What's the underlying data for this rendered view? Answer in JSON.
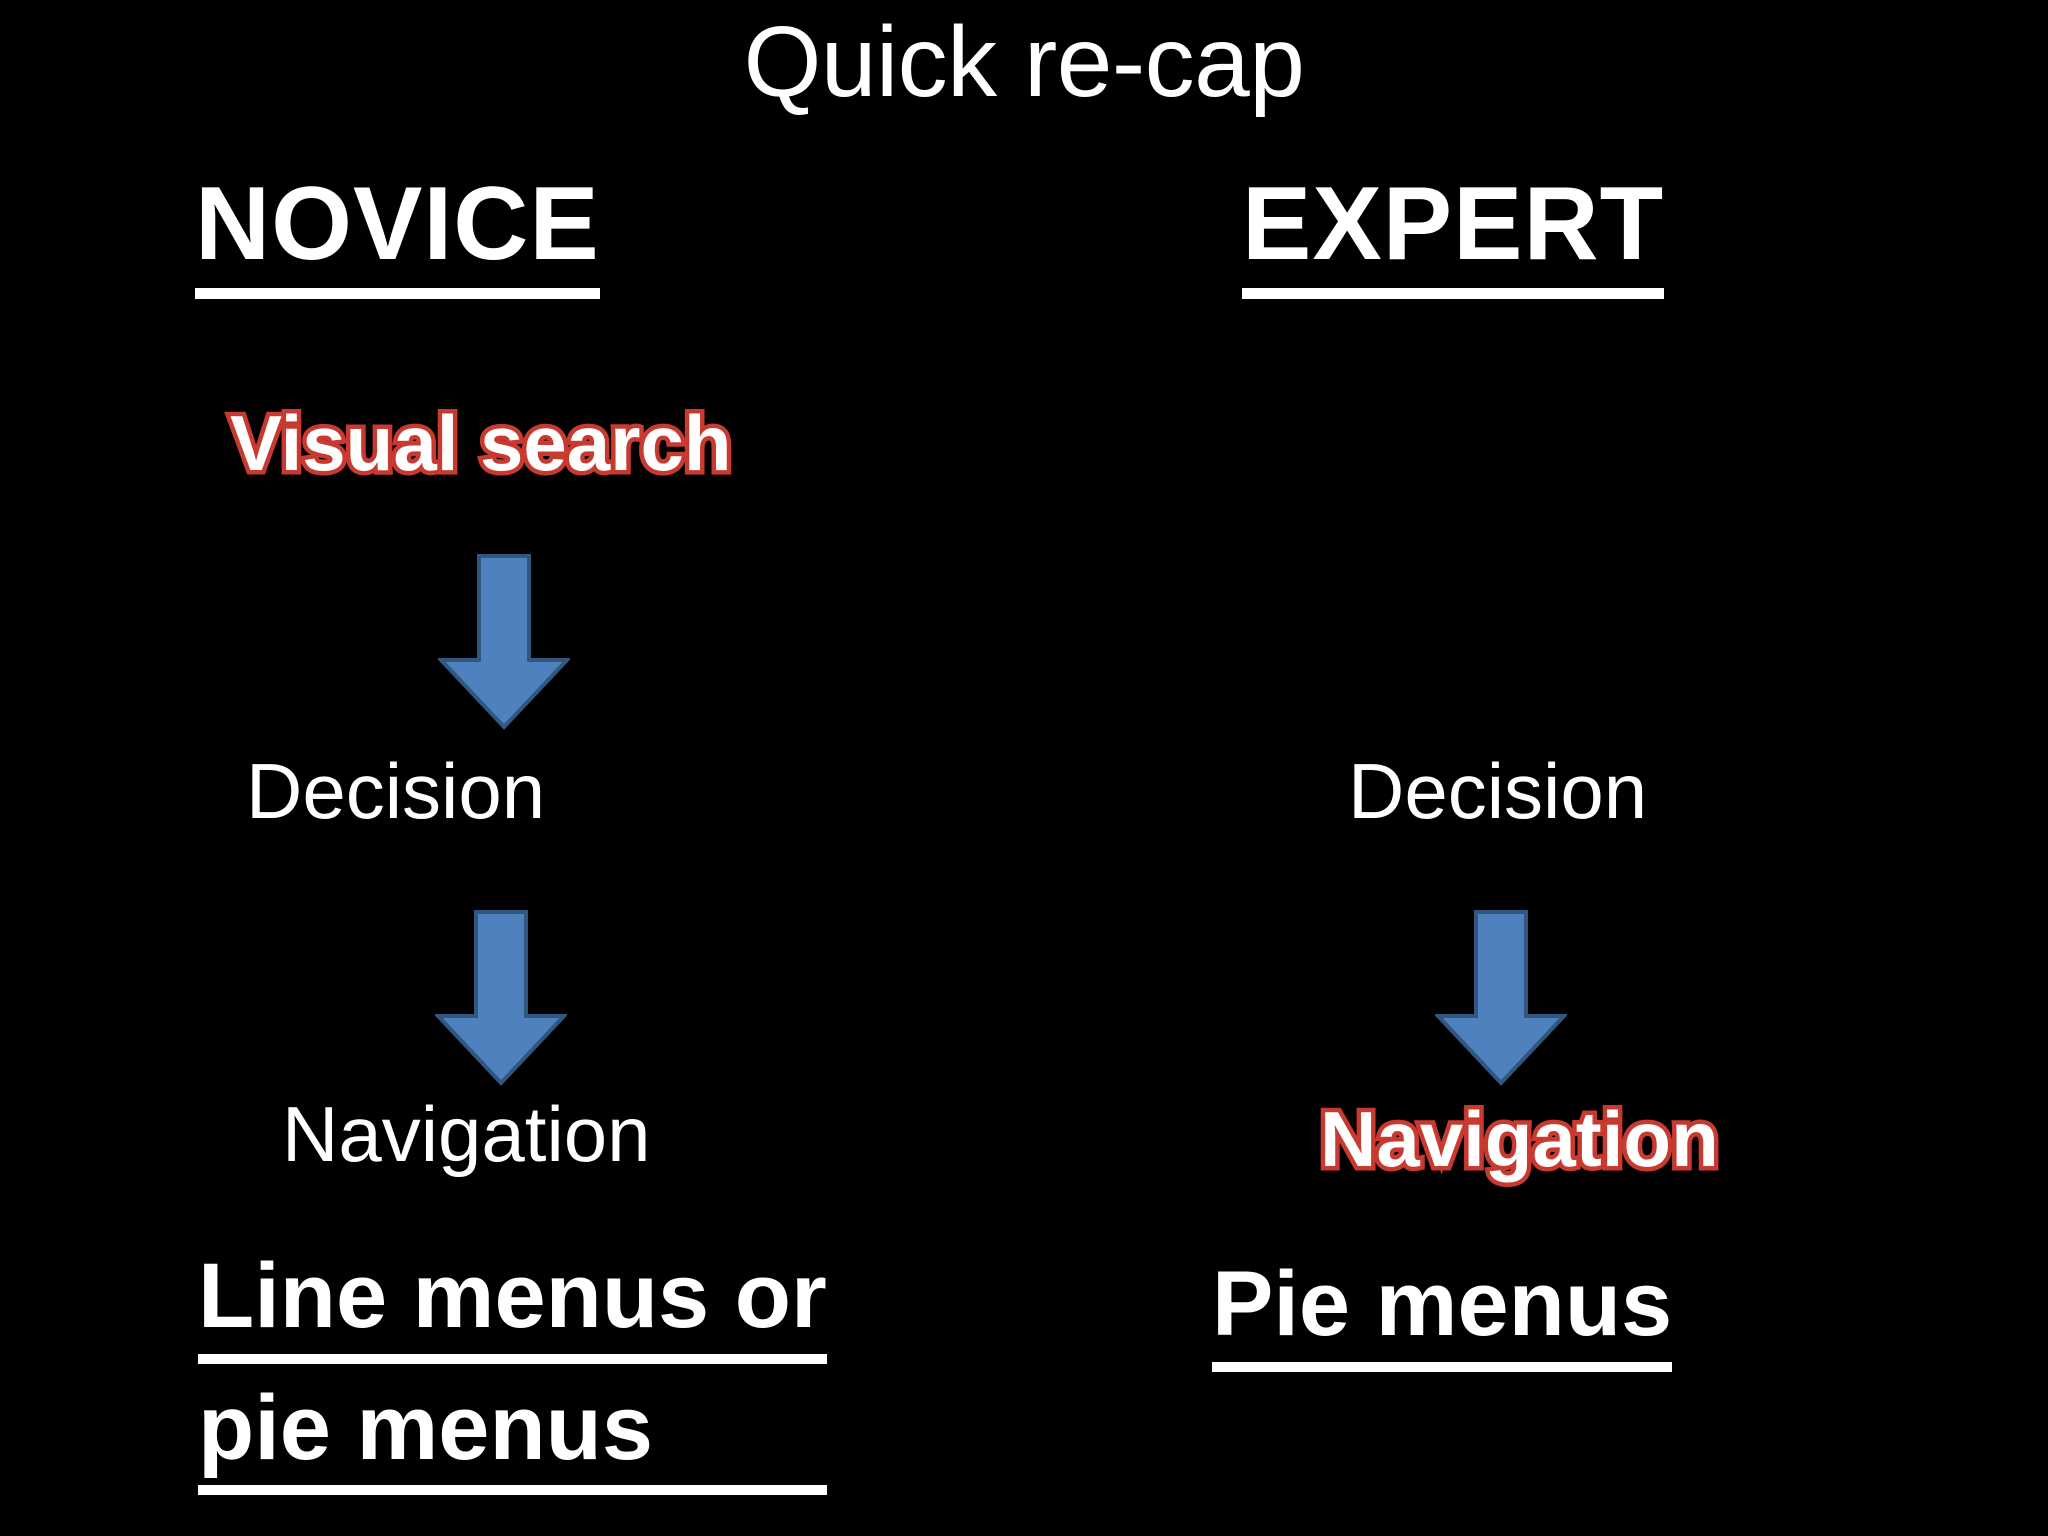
{
  "slide": {
    "title": "Quick re-cap",
    "background_color": "#000000",
    "text_color": "#ffffff",
    "highlight_color": "#c8392f",
    "arrow_fill_color": "#4e81bd",
    "arrow_stroke_color": "#31567f"
  },
  "columns": [
    {
      "id": "novice",
      "heading": "NOVICE",
      "steps": [
        {
          "label": "Visual search",
          "highlighted": true
        },
        {
          "label": "Decision",
          "highlighted": false
        },
        {
          "label": "Navigation",
          "highlighted": false
        }
      ],
      "arrows": [
        {
          "name": "arrow-novice-1",
          "direction": "down"
        },
        {
          "name": "arrow-novice-2",
          "direction": "down"
        }
      ],
      "outcome_lines": [
        "Line menus or",
        "pie menus"
      ]
    },
    {
      "id": "expert",
      "heading": "EXPERT",
      "steps": [
        {
          "label": "Decision",
          "highlighted": false
        },
        {
          "label": "Navigation",
          "highlighted": true
        }
      ],
      "arrows": [
        {
          "name": "arrow-expert-1",
          "direction": "down"
        }
      ],
      "outcome_lines": [
        "Pie menus"
      ]
    }
  ]
}
